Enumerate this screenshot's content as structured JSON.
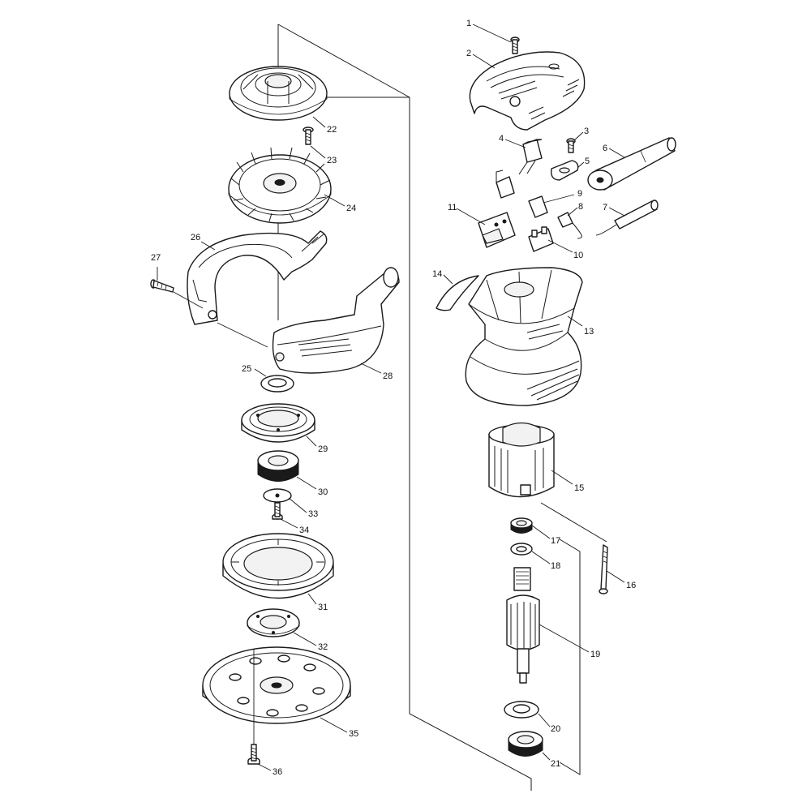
{
  "callouts": {
    "p1": "1",
    "p2": "2",
    "p3": "3",
    "p4": "4",
    "p5": "5",
    "p6": "6",
    "p7": "7",
    "p8": "8",
    "p9": "9",
    "p10": "10",
    "p11": "11",
    "p13": "13",
    "p14": "14",
    "p15": "15",
    "p16": "16",
    "p17": "17",
    "p18": "18",
    "p19": "19",
    "p20": "20",
    "p21": "21",
    "p22": "22",
    "p23": "23",
    "p24": "24",
    "p25": "25",
    "p26": "26",
    "p27": "27",
    "p28": "28",
    "p29": "29",
    "p30": "30",
    "p31": "31",
    "p32": "32",
    "p33": "33",
    "p34": "34",
    "p35": "35",
    "p36": "36"
  },
  "colors": {
    "ink": "#1a1a1a",
    "paper": "#ffffff"
  }
}
